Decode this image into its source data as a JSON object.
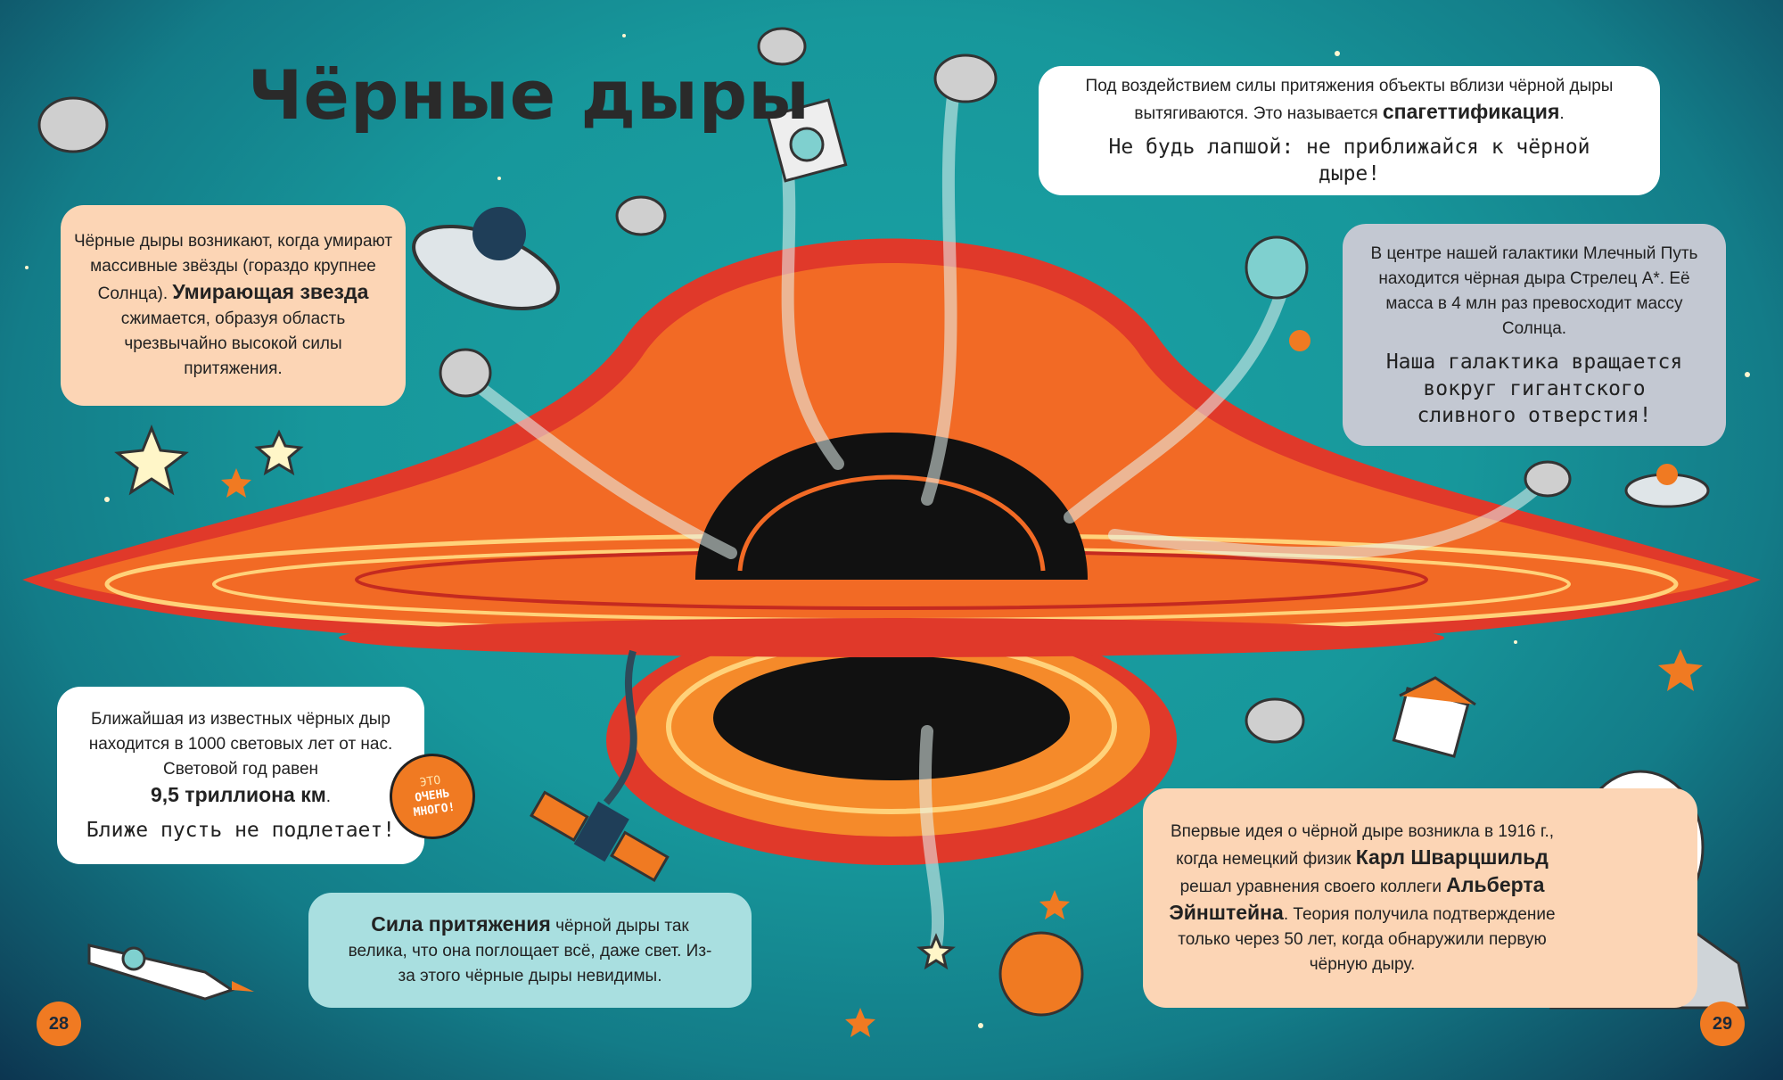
{
  "title": "Чёрные дыры",
  "boxes": {
    "formation": {
      "line1": "Чёрные дыры возникают, когда умирают массивные звёзды (гораздо крупнее Солнца).",
      "bold": "Умирающая звезда",
      "line2": " сжимается, образуя область чрезвычайно высокой силы притяжения."
    },
    "spaghetti": {
      "line1": "Под воздействием силы притяжения объекты вблизи чёрной дыры вытягиваются. Это называется ",
      "bold": "спагеттификация",
      "end": ".",
      "hand": "Не будь лапшой: не приближайся к чёрной дыре!"
    },
    "galaxy": {
      "text": "В центре нашей галактики Млечный Путь находится чёрная дыра Стрелец А*. Её масса в 4 млн раз превосходит массу Солнца.",
      "hand": "Наша галактика вращается вокруг гигантского сливного отверстия!"
    },
    "nearest": {
      "text": "Ближайшая из известных чёрных дыр находится в 1000 световых лет от нас. Световой год равен",
      "bold": "9,5 триллиона км",
      "end": ".",
      "hand": "Ближе пусть не подлетает!"
    },
    "gravity": {
      "bold": "Сила притяжения",
      "text": " чёрной дыры так велика, что она поглощает всё, даже свет. Из-за этого чёрные дыры невидимы."
    },
    "history": {
      "t1": "Впервые идея о чёрной дыре возникла в 1916 г., когда немецкий физик ",
      "b1": "Карл Шварцшильд",
      "t2": " решал уравнения своего коллеги ",
      "b2": "Альберта Эйнштейна",
      "t3": ". Теория получила подтверждение только через 50 лет, когда обнаружили первую чёрную дыру."
    }
  },
  "badge": {
    "line1": "ЭТО",
    "line2": "ОЧЕНЬ",
    "line3": "МНОГО!"
  },
  "pages": {
    "left": "28",
    "right": "29"
  },
  "colors": {
    "bg": "#17979b",
    "peach": "#fcd5b5",
    "grey": "#c3c8d2",
    "cyan": "#a9dfe0",
    "orange": "#f07a22",
    "red": "#e0392a"
  }
}
